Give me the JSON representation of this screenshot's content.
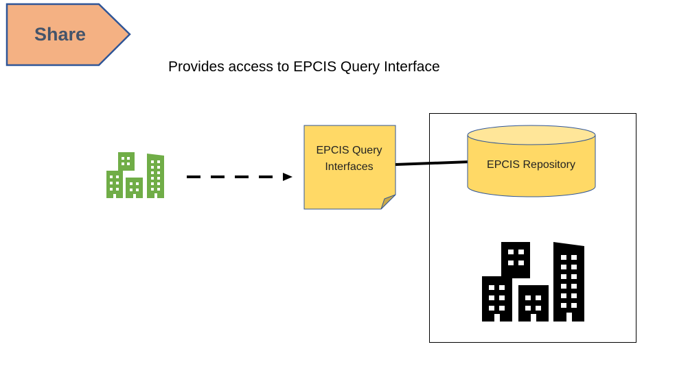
{
  "share": {
    "label": "Share",
    "fill": "#f4b183",
    "border": "#2f5597",
    "text_color": "#44546a"
  },
  "subtitle": "Provides access to EPCIS Query Interface",
  "query_interfaces": {
    "label_line1": "EPCIS Query",
    "label_line2": "Interfaces",
    "fill": "#ffd966"
  },
  "repository": {
    "label": "EPCIS Repository",
    "fill": "#ffd966"
  },
  "icons": {
    "partner": "buildings-icon-green",
    "owner": "buildings-icon-black",
    "partner_color": "#70ad47",
    "owner_color": "#000000"
  }
}
